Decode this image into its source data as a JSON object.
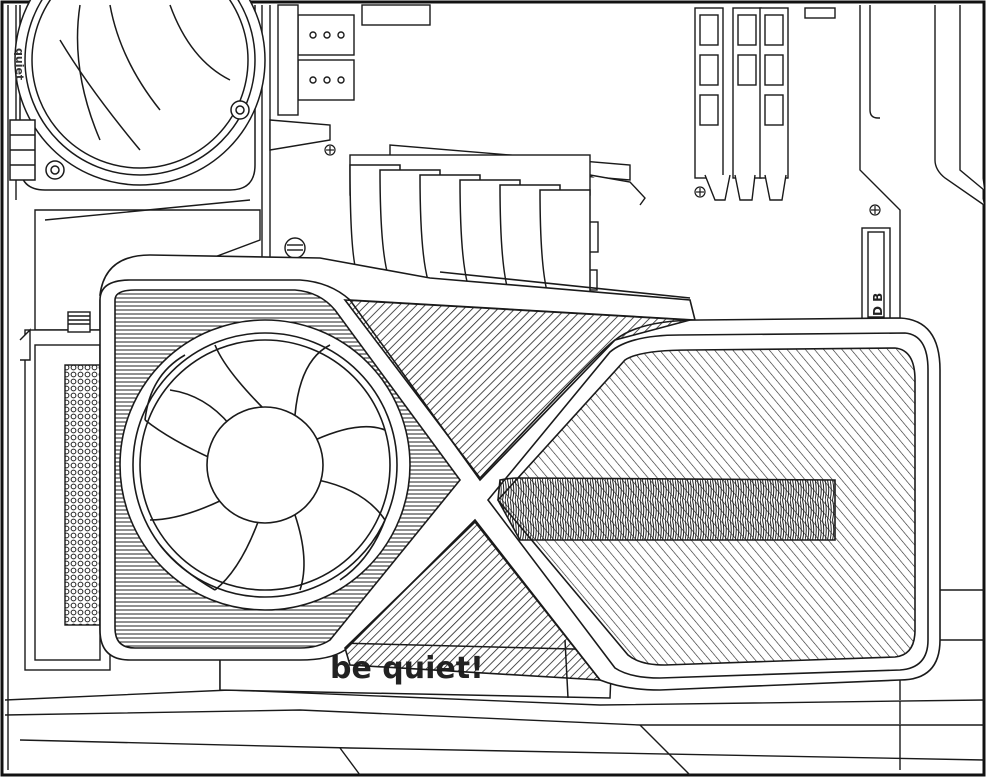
{
  "scene": {
    "brand_label": "be quiet!",
    "ram_label": "D B",
    "edge_label": "quiet",
    "colors": {
      "line": "#1a1a1a",
      "fill": "#ffffff",
      "shade": "#f2f2f2",
      "fin_dark": "#4a4a4a"
    },
    "icons": {
      "gpu_fan": "fan-icon",
      "case_fan": "fan-icon",
      "screw": "screw-icon"
    }
  }
}
